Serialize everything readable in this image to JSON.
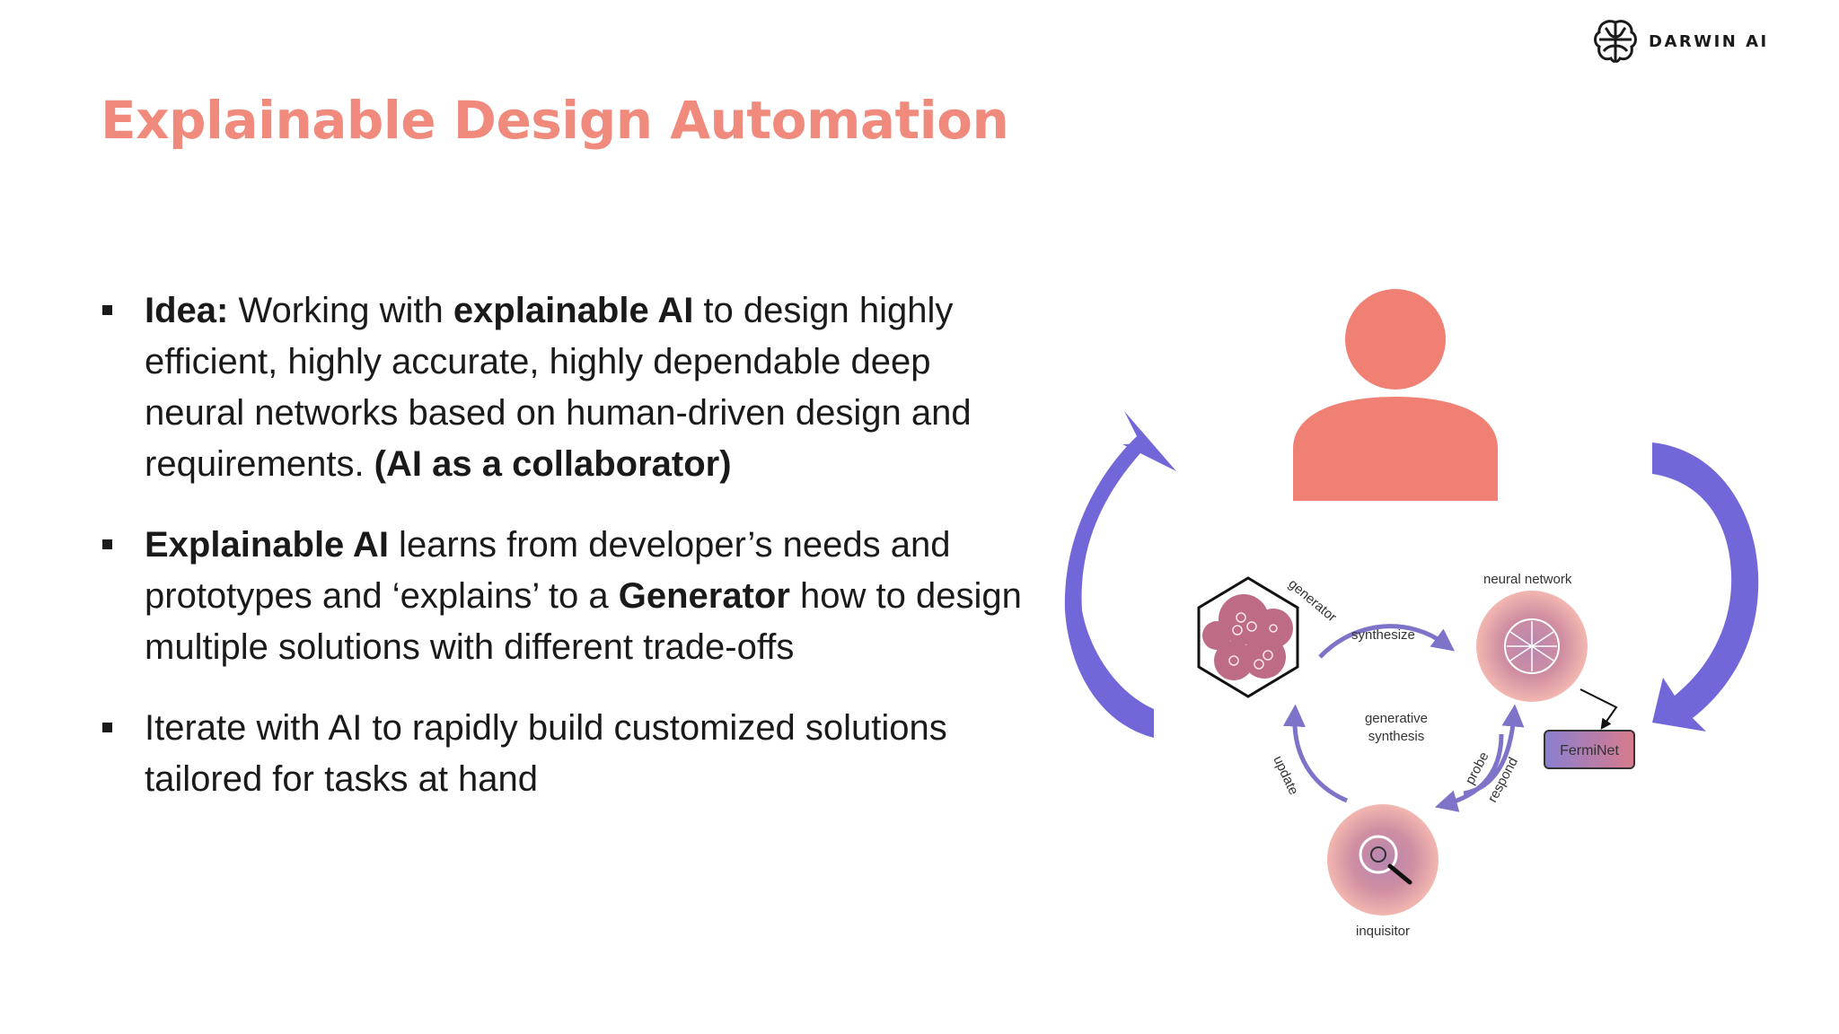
{
  "title": "Explainable Design Automation",
  "logo": {
    "text": "DARWIN AI",
    "icon": "brain-icon"
  },
  "bullets": [
    {
      "lead": "Idea:",
      "t1": " Working with ",
      "b1": "explainable AI",
      "t2": " to design highly efficient, highly accurate, highly dependable deep neural networks based on human-driven design and requirements. ",
      "b2": "(AI as a collaborator)"
    },
    {
      "lead": "Explainable AI",
      "t1": " learns from developer’s needs and prototypes and ‘explains’ to a ",
      "b1": "Generator",
      "t2": " how to design multiple solutions with different trade-offs"
    },
    {
      "text": "Iterate with AI to rapidly build customized solutions tailored for tasks at hand"
    }
  ],
  "diagram": {
    "generator": "generator",
    "neural_network": "neural network",
    "synthesize": "synthesize",
    "generative_synthesis": [
      "generative",
      "synthesis"
    ],
    "ferminet": "FermiNet",
    "update": "update",
    "probe": "probe",
    "respond": "respond",
    "inquisitor": "inquisitor"
  },
  "colors": {
    "title": "#ef8a7d",
    "person": "#f08074",
    "arrow": "#6a5fd6",
    "cycle_arrow": "#7d73c8"
  }
}
